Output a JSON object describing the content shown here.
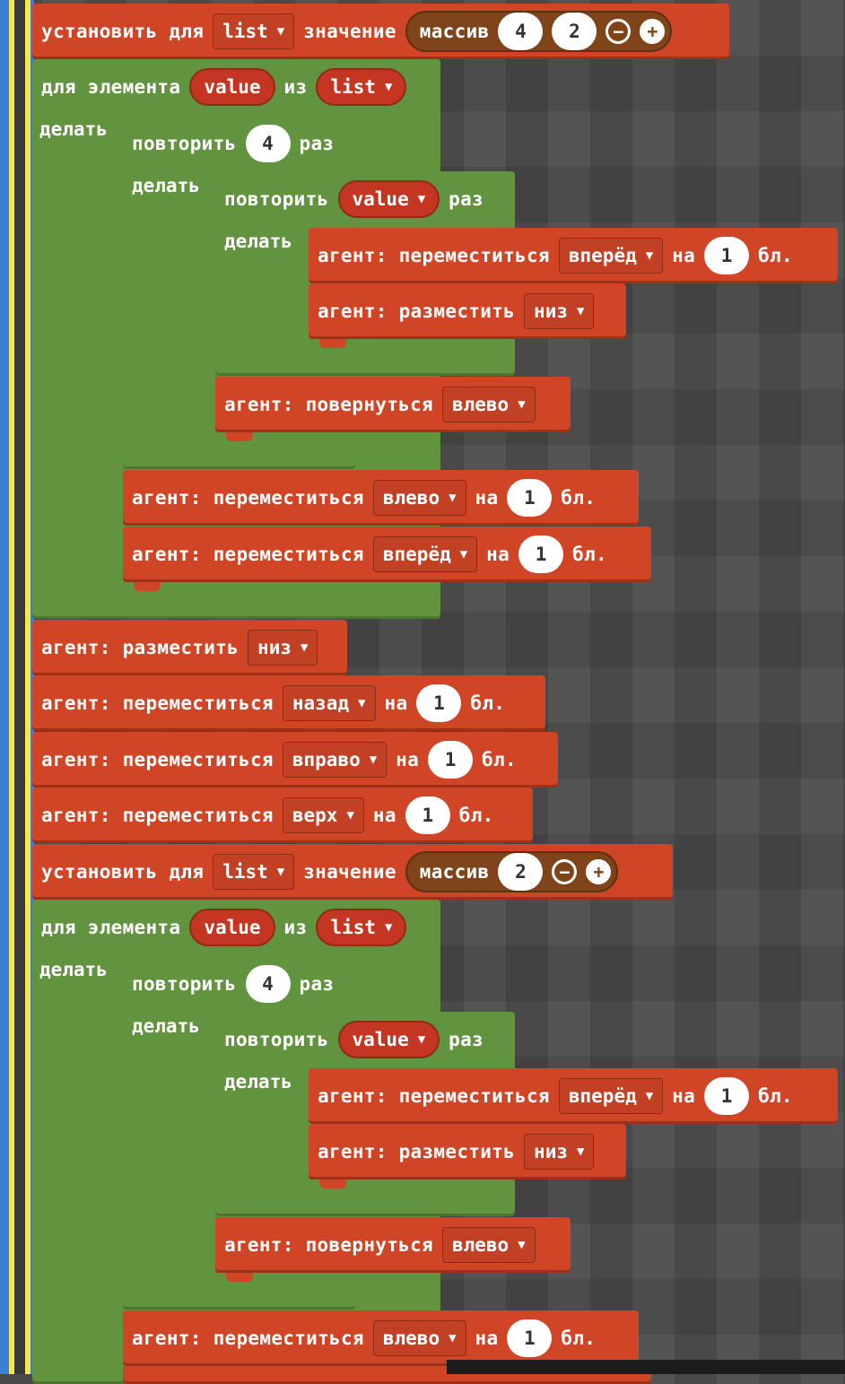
{
  "words": {
    "set_for": "установить для",
    "value_word": "значение",
    "array": "массив",
    "for_element": "для элемента",
    "from": "из",
    "do": "делать",
    "repeat": "повторить",
    "times": "раз",
    "agent_move": "агент: переместиться",
    "agent_place": "агент: разместить",
    "agent_turn": "агент: повернуться",
    "on": "на",
    "blocks": "бл.",
    "forward": "вперёд",
    "left": "влево",
    "down": "низ",
    "back": "назад",
    "right": "вправо",
    "up": "верх",
    "list_var": "list",
    "value_var": "value",
    "caret": "▼",
    "minus": "−",
    "plus": "+"
  },
  "numbers": {
    "n4": "4",
    "n2": "2",
    "n1": "1"
  },
  "colors": {
    "block_red": "#cf4526",
    "block_green": "#62933f",
    "array_brown": "#7f4419",
    "canvas": "#4a4a4a"
  }
}
